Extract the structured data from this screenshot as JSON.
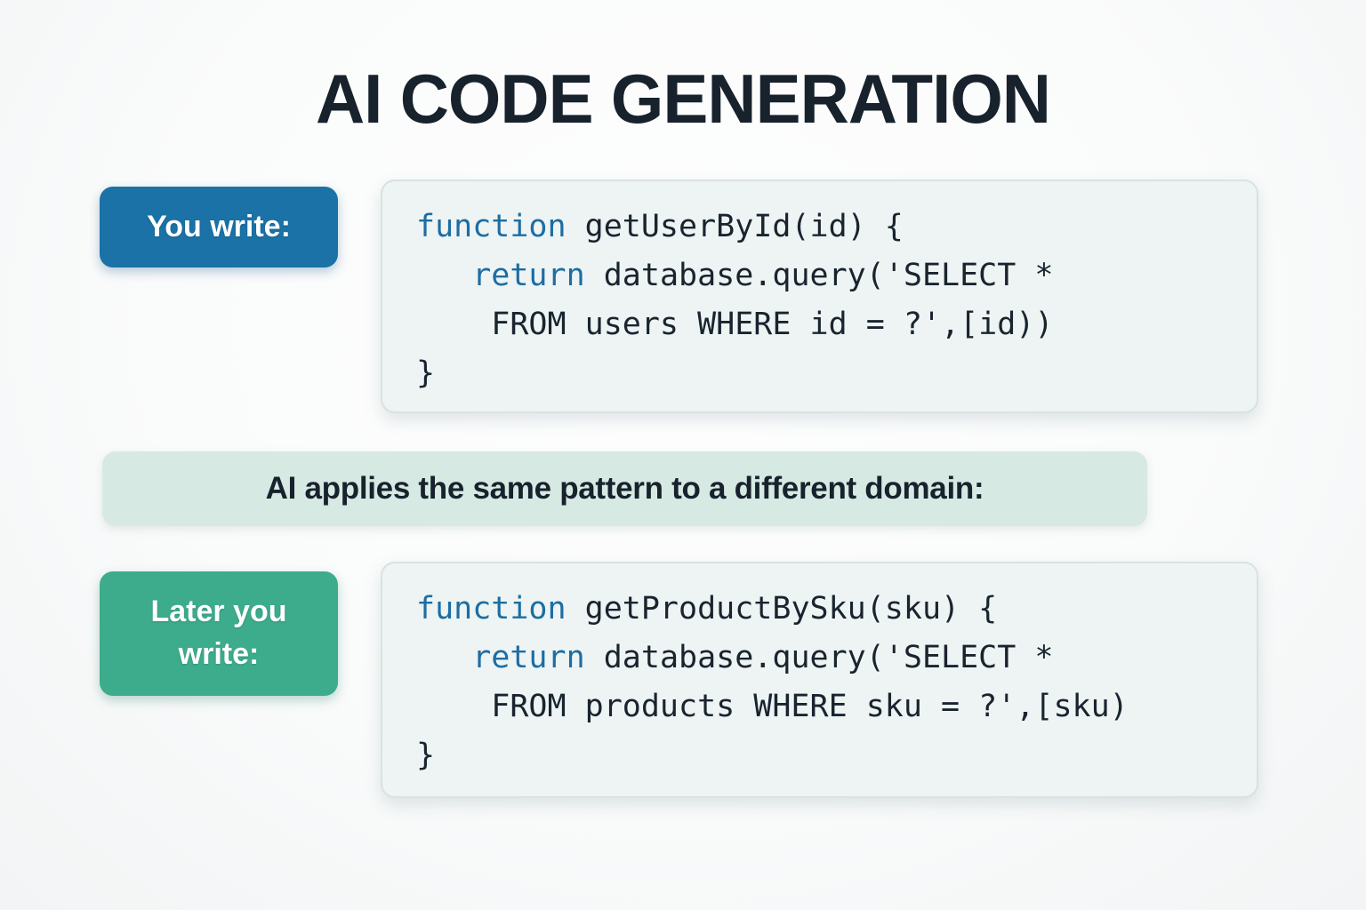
{
  "title": "AI CODE GENERATION",
  "labels": {
    "you_write": "You write:",
    "later_you_write": "Later you write:"
  },
  "banner": {
    "text": "AI applies the same pattern to a different domain:"
  },
  "code_blocks": [
    {
      "name": "get-user-by-id",
      "lines": [
        [
          [
            "kw",
            "function"
          ],
          [
            "pl",
            " getUserById(id) {"
          ]
        ],
        [
          [
            "pl",
            "   "
          ],
          [
            "kw",
            "return"
          ],
          [
            "pl",
            " database.query('SELECT *"
          ]
        ],
        [
          [
            "pl",
            "    FROM users WHERE id = ?',[id))"
          ]
        ],
        [
          [
            "pl",
            "}"
          ]
        ]
      ]
    },
    {
      "name": "get-product-by-sku",
      "lines": [
        [
          [
            "kw",
            "function"
          ],
          [
            "pl",
            " getProductBySku(sku) {"
          ]
        ],
        [
          [
            "pl",
            "   "
          ],
          [
            "kw",
            "return"
          ],
          [
            "pl",
            " database.query('SELECT *"
          ]
        ],
        [
          [
            "pl",
            "    FROM products WHERE sku = ?',[sku)"
          ]
        ],
        [
          [
            "pl",
            "}"
          ]
        ]
      ]
    }
  ],
  "colors": {
    "accent_blue": "#1a72a6",
    "accent_green": "#3dac8c",
    "banner_bg": "#d6e9e2",
    "code_bg": "#edf4f3",
    "code_border": "#d9e1e3",
    "keyword_blue": "#1d6da3",
    "code_text": "#19242f",
    "title_text": "#18222d"
  }
}
